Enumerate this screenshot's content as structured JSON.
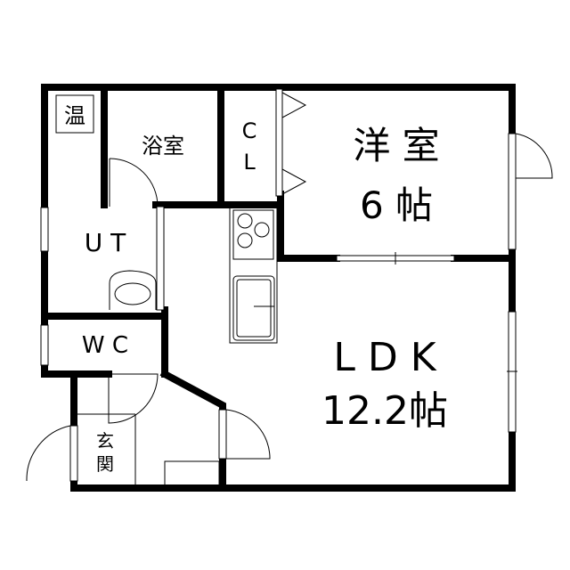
{
  "rooms": {
    "heater": "温",
    "bathroom": "浴室",
    "closet": [
      "C",
      "L"
    ],
    "western_room": [
      "洋 室",
      "6 帖"
    ],
    "utility": "U T",
    "toilet": "W C",
    "entrance": [
      "玄",
      "関"
    ],
    "ldk": [
      "L D K",
      "12.2帖"
    ]
  }
}
